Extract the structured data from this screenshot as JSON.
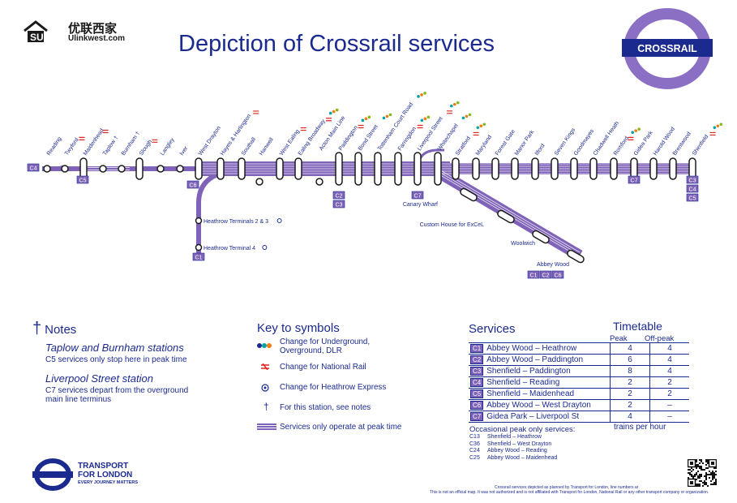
{
  "title": "Depiction of Crossrail services",
  "watermark": {
    "cn": "优联西家",
    "url": "Ulinkwest.com"
  },
  "roundel_label": "CROSSRAIL",
  "colors": {
    "line": "#7f63b8",
    "text": "#1b2a8f",
    "red": "#dc241f"
  },
  "stations_main": [
    "Reading",
    "Twyford",
    "Maidenhead",
    "Taplow †",
    "Burnham †",
    "Slough",
    "Langley",
    "Iver",
    "West Drayton",
    "Hayes & Harlington",
    "Southall",
    "Hanwell",
    "West Ealing",
    "Ealing Broadway",
    "Acton Main Line",
    "Paddington",
    "Bond Street",
    "Tottenham Court Road",
    "Farringdon",
    "Liverpool Street",
    "Whitechapel",
    "Stratford",
    "Maryland",
    "Forest Gate",
    "Manor Park",
    "Ilford",
    "Seven Kings",
    "Goodmayes",
    "Chadwell Heath",
    "Romford",
    "Gidea Park",
    "Harold Wood",
    "Brentwood",
    "Shenfield"
  ],
  "stations_branch": {
    "heathrow23": "Heathrow Terminals 2 & 3",
    "heathrow4": "Heathrow Terminal 4",
    "canary": "Canary Wharf",
    "custom": "Custom House for ExCeL",
    "woolwich": "Woolwich",
    "abbey": "Abbey Wood"
  },
  "route_codes": {
    "c4_west": "C4",
    "c5_west": "C5",
    "c6": "C6",
    "c1": "C1",
    "c2": "C2",
    "c3": "C3",
    "c7": "C7",
    "c7_east": "C7",
    "east": [
      "C3",
      "C4",
      "C5"
    ],
    "abbey": [
      "C1",
      "C2",
      "C6"
    ]
  },
  "notes": {
    "heading": "Notes",
    "dagger": "†",
    "h1": "Taplow and Burnham stations",
    "t1": "C5 services only stop here in peak time",
    "h2": "Liverpool Street station",
    "t2a": "C7 services depart from the overground",
    "t2b": "main line terminus"
  },
  "key": {
    "heading": "Key to symbols",
    "k1a": "Change for Underground,",
    "k1b": "Overground, DLR",
    "k2": "Change for National Rail",
    "k3": "Change for Heathrow Express",
    "k4": "For this station, see notes",
    "k5": "Services only operate at peak time",
    "dagger": "†"
  },
  "services": {
    "heading": "Services",
    "timetable_heading": "Timetable",
    "col_peak": "Peak",
    "col_offpeak": "Off-peak",
    "rows": [
      {
        "code": "C1",
        "route": "Abbey Wood – Heathrow",
        "peak": "4",
        "off": "4"
      },
      {
        "code": "C2",
        "route": "Abbey Wood – Paddington",
        "peak": "6",
        "off": "4"
      },
      {
        "code": "C3",
        "route": "Shenfield – Paddington",
        "peak": "8",
        "off": "4"
      },
      {
        "code": "C4",
        "route": "Shenfield – Reading",
        "peak": "2",
        "off": "2"
      },
      {
        "code": "C5",
        "route": "Shenfield – Maidenhead",
        "peak": "2",
        "off": "2"
      },
      {
        "code": "C6",
        "route": "Abbey Wood – West Drayton",
        "peak": "2",
        "off": "–"
      },
      {
        "code": "C7",
        "route": "Gidea Park – Liverpool St",
        "peak": "4",
        "off": "–"
      }
    ],
    "trains_per_hour": "trains per hour",
    "occasional_heading": "Occasional peak only services:",
    "occasional": [
      {
        "code": "C13",
        "route": "Shenfield – Heathrow"
      },
      {
        "code": "C36",
        "route": "Shenfield – West Drayton"
      },
      {
        "code": "C24",
        "route": "Abbey Wood – Reading"
      },
      {
        "code": "C25",
        "route": "Abbey Wood – Maidenhead"
      }
    ]
  },
  "tfl": {
    "line1": "TRANSPORT",
    "line2": "FOR LONDON",
    "line3": "EVERY JOURNEY MATTERS"
  },
  "footer": {
    "line1": "Crossrail services depicted as planned by Transport for London, line numbers ar",
    "line2": "This is not an official map. It was not authorized and is not affiliated with Transport for London, National Rail or any other transport company or organization."
  }
}
